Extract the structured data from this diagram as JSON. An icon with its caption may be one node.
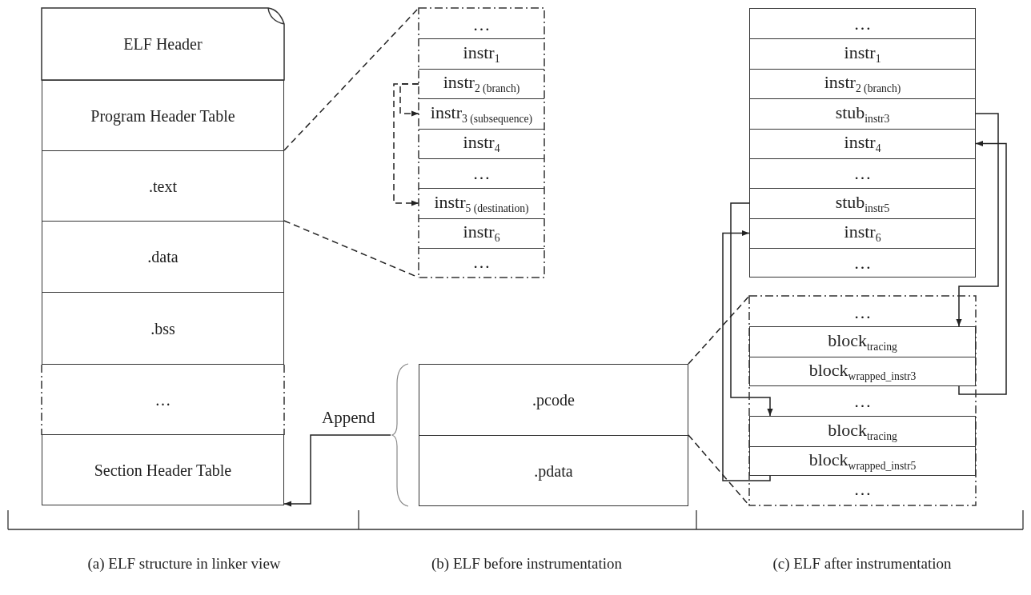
{
  "diagram": {
    "nodes": [
      {
        "text": [
          "ELF Header"
        ]
      },
      {
        "text": [
          "Program Header Table"
        ]
      },
      {
        "text": [
          ".text"
        ]
      },
      {
        "text": [
          ".data"
        ]
      },
      {
        "text": [
          ".bss"
        ]
      },
      {
        "text": [
          "…"
        ]
      },
      {
        "text": [
          "Section Header Table"
        ]
      },
      {
        "text": [],
        "shape": "box"
      },
      {
        "text": [
          "…"
        ],
        "in": 7
      },
      {
        "text": [
          "instr$_{1}$"
        ],
        "in": 7
      },
      {
        "text": [
          "instr$_{2 (branch)}$"
        ],
        "in": 7
      },
      {
        "text": [
          "instr$_{3 (subsequence)}$"
        ],
        "in": 7
      },
      {
        "text": [
          "instr$_{4}$"
        ],
        "in": 7
      },
      {
        "text": [
          "…"
        ],
        "in": 7
      },
      {
        "text": [
          "instr$_{5 (destination)}$"
        ],
        "in": 7
      },
      {
        "text": [
          "instr$_{6}$"
        ],
        "in": 7
      },
      {
        "text": [
          "…"
        ],
        "in": 7
      },
      {
        "text": [
          ".pcode"
        ]
      },
      {
        "text": [
          ".pdata"
        ]
      },
      {
        "text": [
          "…"
        ]
      },
      {
        "text": [
          "instr$_{1}$"
        ]
      },
      {
        "text": [
          "instr$_{2 (branch)}$"
        ]
      },
      {
        "text": [
          "stub$_{instr3}$"
        ]
      },
      {
        "text": [
          "instr$_{4}$"
        ]
      },
      {
        "text": [
          "…"
        ]
      },
      {
        "text": [
          "stub$_{instr5}$"
        ]
      },
      {
        "text": [
          "instr$_{6}$"
        ]
      },
      {
        "text": [
          "…"
        ]
      },
      {
        "text": [],
        "shape": "box"
      },
      {
        "text": [
          "…"
        ],
        "in": 28
      },
      {
        "text": [
          "block$_{tracing}$"
        ],
        "in": 28
      },
      {
        "text": [
          "block$_{wrapped_instr3}$"
        ],
        "in": 28
      },
      {
        "text": [
          "…"
        ],
        "in": 28
      },
      {
        "text": [
          "block$_{tracing}$"
        ],
        "in": 28
      },
      {
        "text": [
          "block$_{wrapped_instr5}$"
        ],
        "in": 28
      },
      {
        "text": [
          "…"
        ],
        "in": 28
      },
      {
        "text": [],
        "shape": "brace"
      }
    ],
    "edges": [
      {
        "from": 2,
        "to": 7,
        "arrow": "none",
        "style": "dashed"
      },
      {
        "from": 10,
        "to": 11,
        "arrow": "to",
        "style": "dashed"
      },
      {
        "from": 10,
        "to": 14,
        "arrow": "to",
        "style": "dashed"
      },
      {
        "from": 36,
        "to": 6,
        "arrow": "to",
        "label": "Append"
      },
      {
        "from": 17,
        "to": 28,
        "arrow": "none",
        "style": "dashed"
      },
      {
        "from": 22,
        "to": 30,
        "arrow": "to"
      },
      {
        "from": 31,
        "to": 23,
        "arrow": "to"
      },
      {
        "from": 25,
        "to": 33,
        "arrow": "to"
      },
      {
        "from": 34,
        "to": 26,
        "arrow": "to"
      }
    ],
    "labels": [
      "(a) ELF structure in linker view",
      "(b) ELF before instrumentation",
      "(c) ELF after instrumentation"
    ]
  }
}
